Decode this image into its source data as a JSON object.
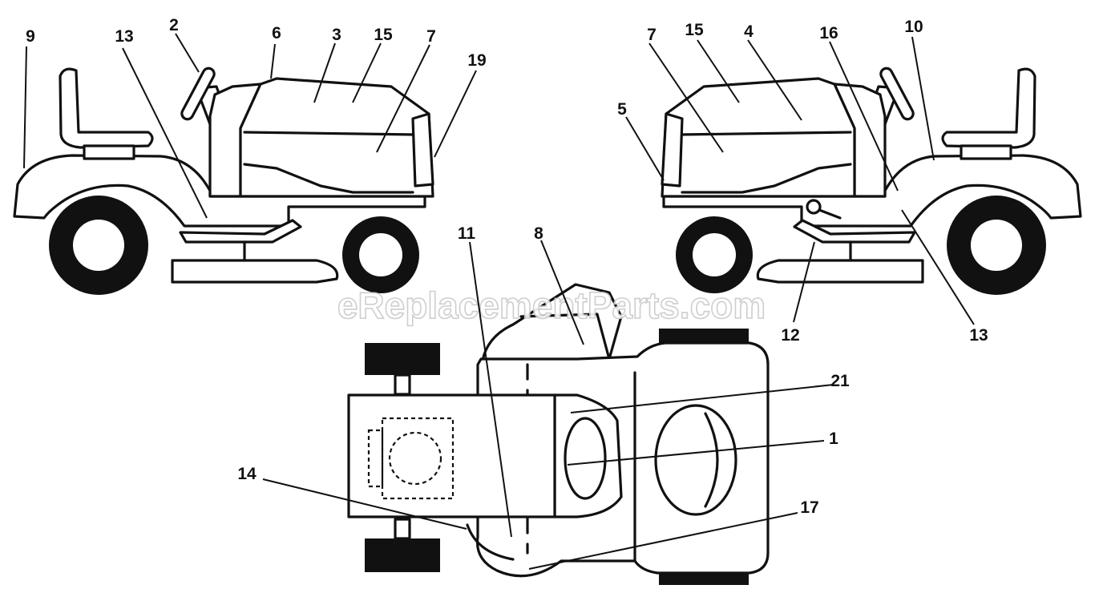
{
  "watermark": "eReplacementParts.com",
  "callouts": {
    "c1": "1",
    "c2": "2",
    "c3": "3",
    "c4": "4",
    "c5": "5",
    "c6": "6",
    "c7a": "7",
    "c7b": "7",
    "c8": "8",
    "c9": "9",
    "c10": "10",
    "c11": "11",
    "c12": "12",
    "c13a": "13",
    "c13b": "13",
    "c14": "14",
    "c15a": "15",
    "c15b": "15",
    "c16": "16",
    "c17": "17",
    "c19": "19",
    "c21": "21"
  }
}
